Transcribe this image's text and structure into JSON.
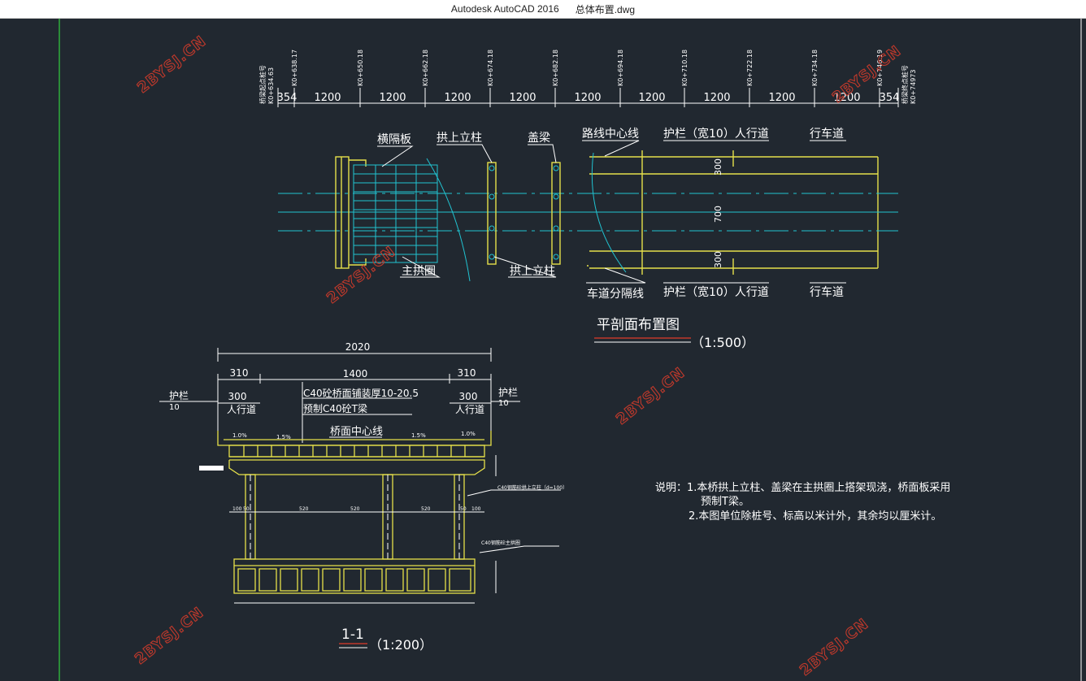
{
  "window": {
    "app_title": "Autodesk AutoCAD 2016",
    "file_name": "总体布置.dwg"
  },
  "colors": {
    "background": "#212830",
    "yellow": "#e6e04a",
    "cyan": "#21c3d1",
    "white": "#ffffff",
    "green_border": "#2fae3b",
    "red": "#c0392b"
  },
  "watermark": "2BYSJ.CN",
  "top_stations": {
    "start_label": "桥梁起点桩号",
    "start_value": "K0+634.63",
    "end_label": "桥梁终点桩号",
    "end_value": "K0+74973",
    "stations": [
      "K0+638.17",
      "K0+650.18",
      "K0+662.18",
      "K0+674.18",
      "K0+682.18",
      "K0+694.18",
      "K0+710.18",
      "K0+722.18",
      "K0+734.18",
      "K0+746.19"
    ],
    "spans": [
      "354",
      "1200",
      "1200",
      "1200",
      "1200",
      "1200",
      "1200",
      "1200",
      "1200",
      "1200",
      "354"
    ]
  },
  "plan_labels": {
    "diaphragm": "横隔板",
    "column_top": "拱上立柱",
    "cap_beam": "盖梁",
    "centerline": "路线中心线",
    "railing_top": "护栏（宽10）人行道",
    "carriageway_top": "行车道",
    "main_arch": "主拱圈",
    "column_bottom": "拱上立柱",
    "lane_divider": "车道分隔线",
    "railing_bottom": "护栏（宽10）人行道",
    "carriageway_bottom": "行车道",
    "dim_300_top": "300",
    "dim_700": "700",
    "dim_300_bottom": "300",
    "view_title": "平剖面布置图",
    "view_scale": "（1:500）"
  },
  "section": {
    "total_width": "2020",
    "side_left": "310",
    "middle": "1400",
    "side_right": "310",
    "railing_left": "护栏",
    "railing_left_w": "10",
    "sidewalk_left_w": "300",
    "sidewalk_left": "人行道",
    "railing_right": "护栏",
    "railing_right_w": "10",
    "sidewalk_right_w": "300",
    "sidewalk_right": "人行道",
    "pavement_note": "C40砼桥面铺装厚10-20.5",
    "beam_note": "预制C40砼T梁",
    "deck_centerline": "桥面中心线",
    "slope_1": "1.0%",
    "slope_2": "1.5%",
    "slope_3": "1.5%",
    "slope_4": "1.0%",
    "column_note": "C40钢筋砼拱上立柱（d=100）",
    "arch_note": "C40钢筋砼主拱圈",
    "col_dims": [
      "100",
      "50",
      "520",
      "520",
      "520",
      "50",
      "100"
    ],
    "view_title": "1-1",
    "view_scale": "（1:200）"
  },
  "notes": {
    "line1": "说明：1.本桥拱上立柱、盖梁在主拱圈上搭架现浇，桥面板采用",
    "line2": "预制T梁。",
    "line3": "2.本图单位除桩号、标高以米计外，其余均以厘米计。"
  }
}
